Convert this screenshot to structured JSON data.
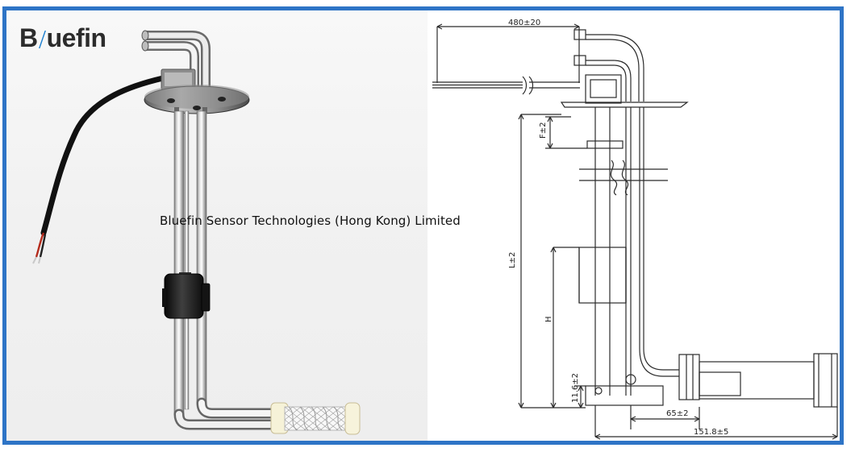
{
  "document": {
    "caption": "Bluefin Sensor Technologies  (Hong Kong) Limited"
  },
  "logo": {
    "text": "Bluefin",
    "prefix": "B",
    "suffix": "uefin"
  },
  "drawing": {
    "cable_length_label": "480±20",
    "flange_distance_label": "F±2",
    "total_length_label": "L±2",
    "float_height_label": "H",
    "float_offset_label": "11.6±2",
    "horizontal_offset_label": "65±2",
    "bottom_length_label": "151.8±5"
  },
  "colors": {
    "border": "#2e74c6",
    "text": "#111111",
    "steel": "#d8d8d8",
    "rubber": "#1f1f1f",
    "filter": "#f5f1d8"
  }
}
